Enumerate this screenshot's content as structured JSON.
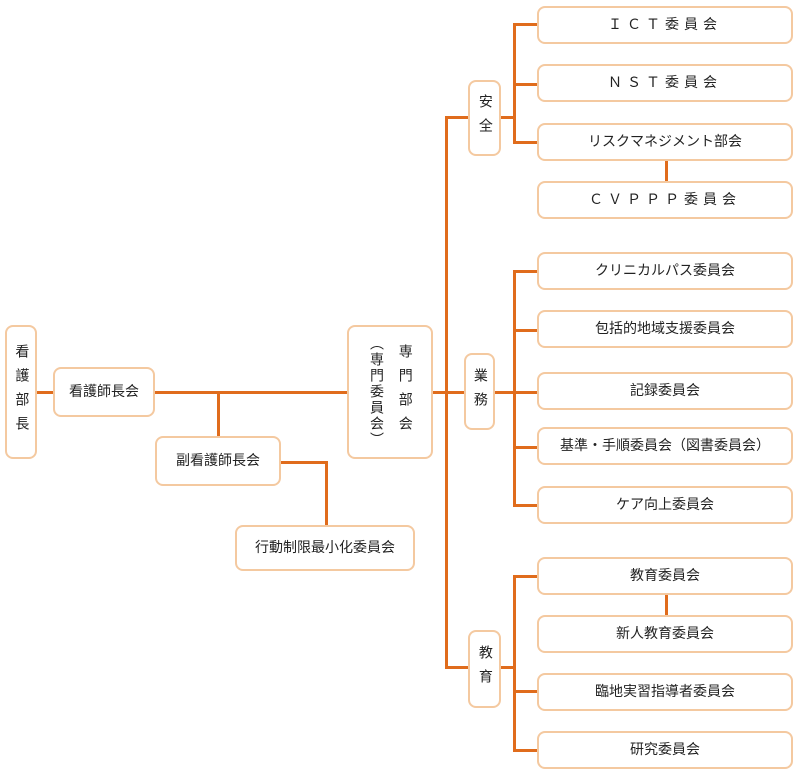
{
  "colors": {
    "connector": "#e06c1c",
    "box_border": "#f4c9a0",
    "text": "#222222"
  },
  "head": "看護部長",
  "head_council": "看護師長会",
  "vice_council": "副看護師長会",
  "restraint_committee": "行動制限最小化委員会",
  "specialty": {
    "label": "専門部会",
    "sub": "（専門委員会）"
  },
  "groups": {
    "safety": "安全",
    "business": "業務",
    "education": "教育"
  },
  "committees": {
    "ict": "ＩＣＴ委員会",
    "nst": "ＮＳＴ委員会",
    "risk": "リスクマネジメント部会",
    "cvppp": "ＣＶＰＰＰ委員会",
    "clinical_path": "クリニカルパス委員会",
    "community": "包括的地域支援委員会",
    "records": "記録委員会",
    "standards": "基準・手順委員会（図書委員会）",
    "care": "ケア向上委員会",
    "edu_committee": "教育委員会",
    "newcomer": "新人教育委員会",
    "practicum": "臨地実習指導者委員会",
    "research": "研究委員会"
  }
}
